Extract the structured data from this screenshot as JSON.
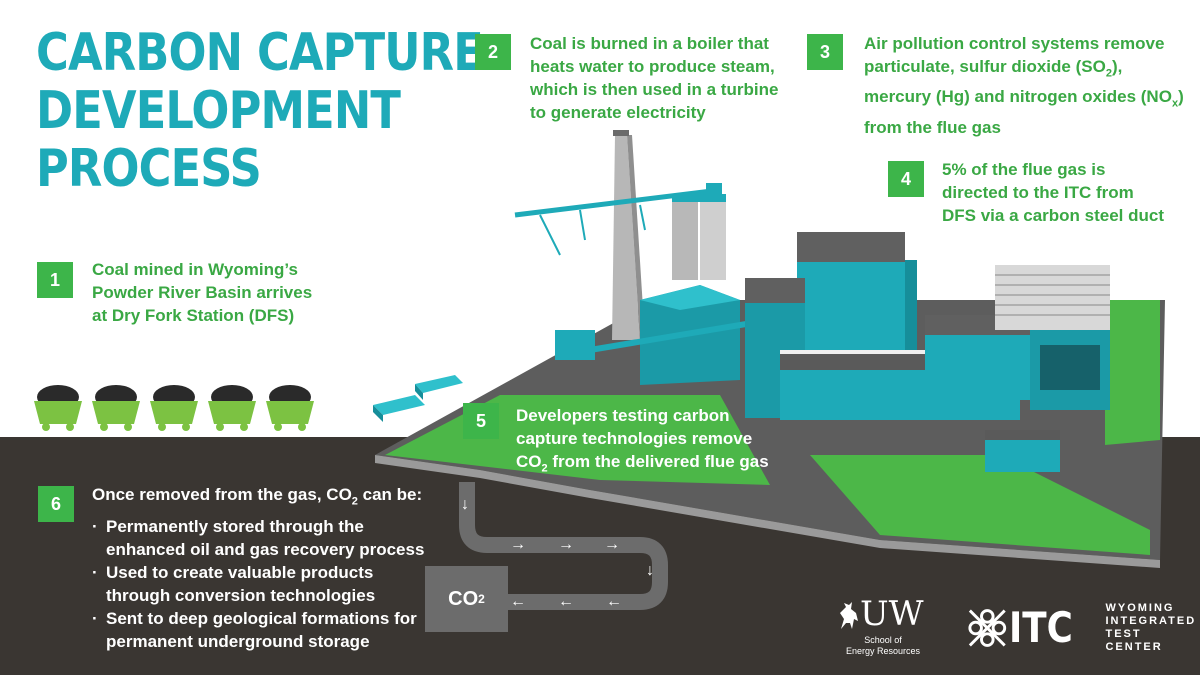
{
  "title": {
    "line1": "CARBON CAPTURE",
    "line2": "DEVELOPMENT",
    "line3": "PROCESS"
  },
  "steps": [
    {
      "num": "1",
      "lines": [
        "Coal mined in Wyoming’s",
        "Powder River Basin arrives",
        "at Dry Fork Station (DFS)"
      ]
    },
    {
      "num": "2",
      "lines": [
        "Coal is burned in a boiler that",
        "heats water to produce steam,",
        "which is then used in a turbine",
        "to generate electricity"
      ]
    },
    {
      "num": "3",
      "line1": "Air pollution control systems remove",
      "line2_a": "particulate, sulfur dioxide (SO",
      "line2_sub": "2",
      "line2_b": "),",
      "line3_a": "mercury (Hg) and nitrogen oxides (NO",
      "line3_sub": "x",
      "line3_b": ")",
      "line4": "from the flue gas"
    },
    {
      "num": "4",
      "lines": [
        "5% of the flue gas is",
        "directed to the ITC from",
        "DFS via a carbon steel duct"
      ]
    },
    {
      "num": "5",
      "line1": "Developers testing carbon",
      "line2": "capture technologies remove",
      "line3_a": "CO",
      "line3_sub": "2",
      "line3_b": " from the delivered flue gas"
    },
    {
      "num": "6",
      "head_a": "Once removed from the gas, CO",
      "head_sub": "2",
      "head_b": " can be:",
      "bullets": [
        [
          "Permanently stored through the",
          "enhanced oil and gas recovery process"
        ],
        [
          "Used to create valuable products",
          "through conversion technologies"
        ],
        [
          "Sent to deep geological formations for",
          "permanent underground storage"
        ]
      ]
    }
  ],
  "co2_box": {
    "main": "CO",
    "sub": "2"
  },
  "arrows": {
    "down": "↓",
    "right": "→",
    "left": "←"
  },
  "logos": {
    "uw_mark": "UW",
    "uw_line1": "School of",
    "uw_line2": "Energy Resources",
    "itc": "ITC",
    "itc_line1": "WYOMING",
    "itc_line2": "INTEGRATED",
    "itc_line3": "TEST CENTER"
  },
  "colors": {
    "teal": "#1eaab8",
    "green": "#3db54a",
    "ground": "#3a3632",
    "white": "#ffffff"
  }
}
